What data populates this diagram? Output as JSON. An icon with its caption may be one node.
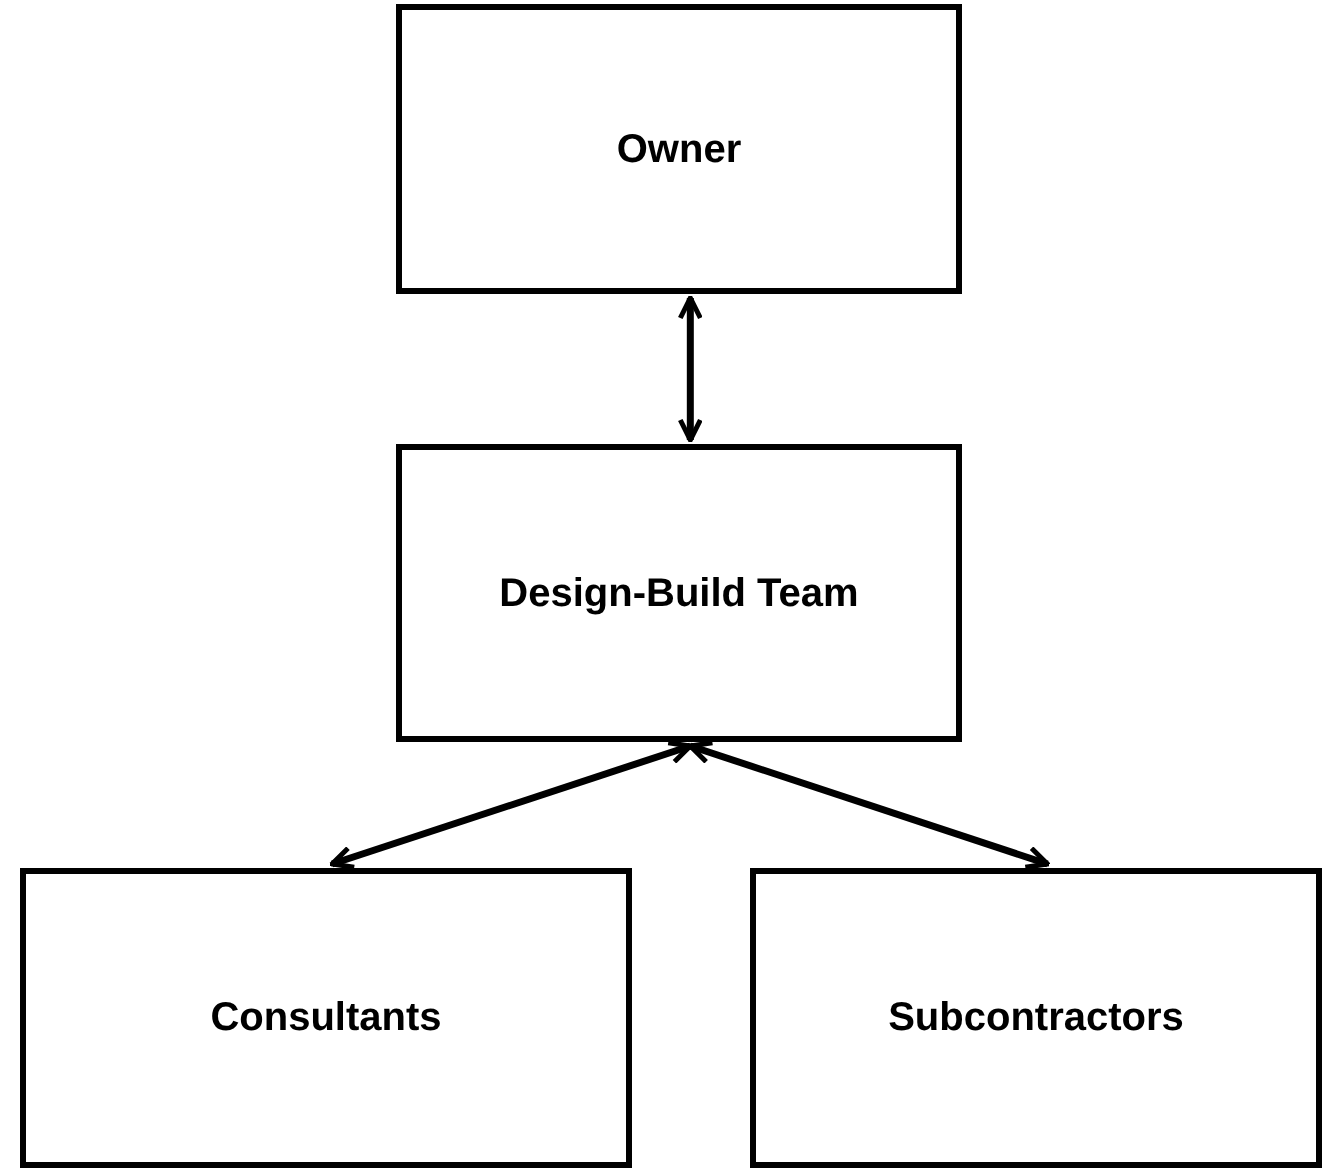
{
  "diagram": {
    "nodes": [
      {
        "text": [
          "Owner"
        ]
      },
      {
        "text": [
          "Design-Build Team"
        ]
      },
      {
        "text": [
          "Consultants"
        ]
      },
      {
        "text": [
          "Subcontractors"
        ]
      }
    ],
    "edges": [
      {
        "from": 0,
        "to": 1,
        "arrow": "both"
      },
      {
        "from": 1,
        "to": 2,
        "arrow": "both"
      },
      {
        "from": 1,
        "to": 3,
        "arrow": "both"
      }
    ]
  }
}
